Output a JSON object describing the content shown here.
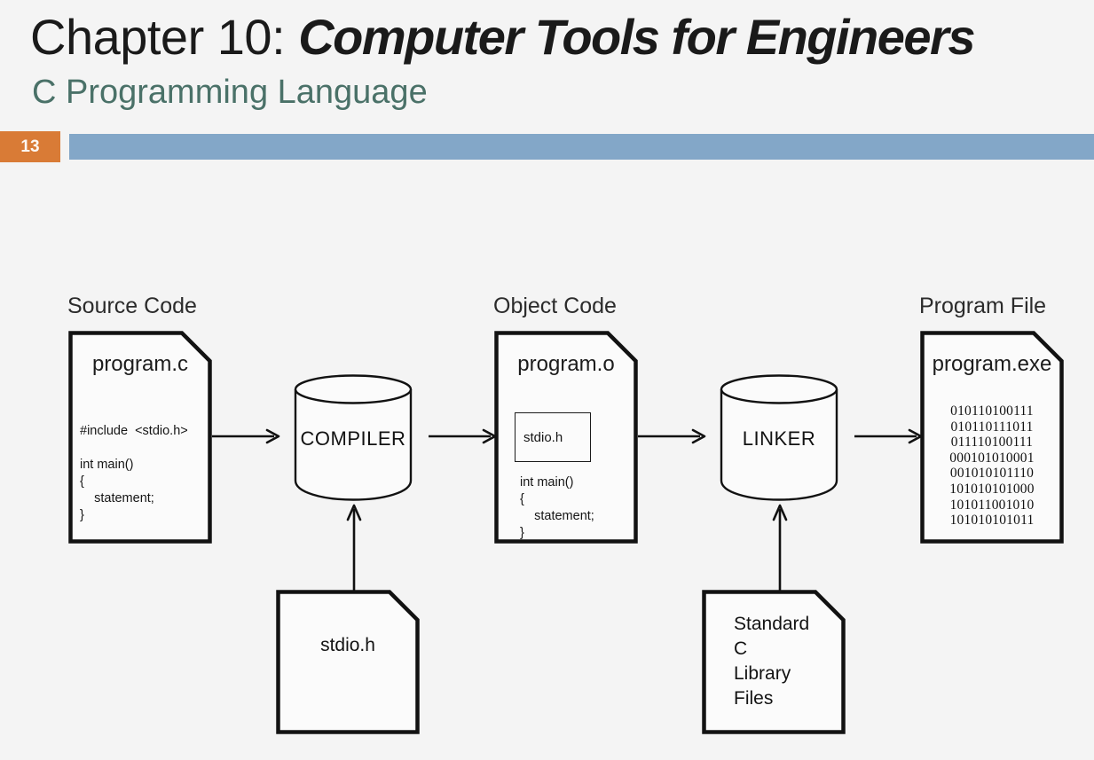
{
  "header": {
    "title_prefix": "Chapter 10: ",
    "title_emphasis": "Computer Tools for Engineers",
    "subtitle": "C Programming Language",
    "slide_number": "13",
    "accent_orange": "#d97b36",
    "accent_blue": "#83a7c8",
    "subtitle_color": "#4a7168"
  },
  "diagram": {
    "stages": {
      "source_code": "Source Code",
      "object_code": "Object Code",
      "program_file": "Program File"
    },
    "source_doc": {
      "title": "program.c",
      "code": "#include  <stdio.h>\n\nint main()\n{\n    statement;\n}"
    },
    "compiler": {
      "label": "COMPILER"
    },
    "object_doc": {
      "title": "program.o",
      "inner_box_label": "stdio.h",
      "code": "int main()\n{\n    statement;\n}"
    },
    "linker": {
      "label": "LINKER"
    },
    "program_doc": {
      "title": "program.exe",
      "binary": "010110100111\n010110111011\n011110100111\n000101010001\n001010101110\n101010101000\n101011001010\n101010101011"
    },
    "stdio_doc": {
      "label": "stdio.h"
    },
    "library_doc": {
      "label": "Standard\nC\nLibrary\nFiles"
    }
  }
}
